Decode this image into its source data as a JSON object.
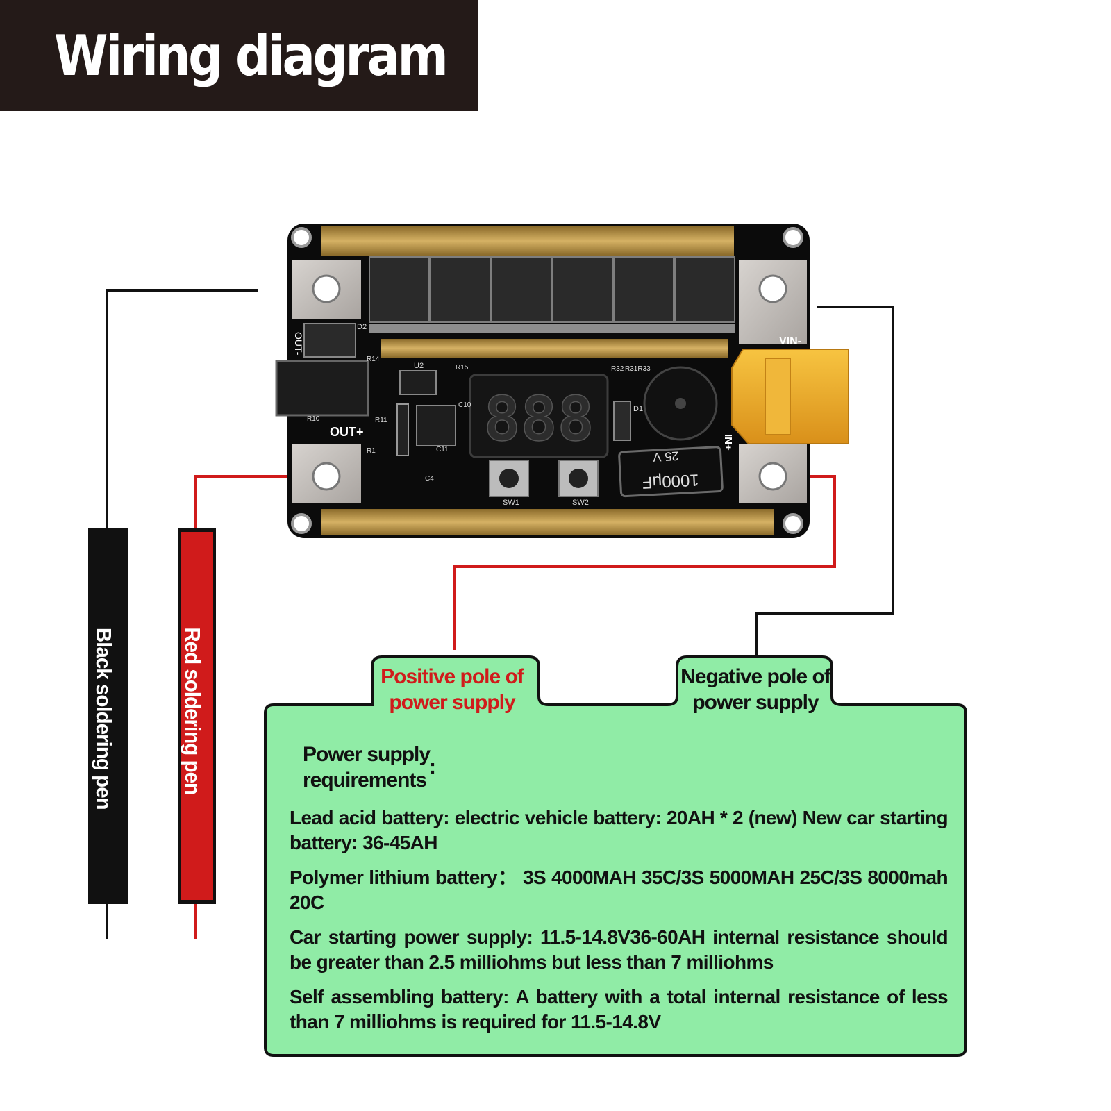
{
  "title": "Wiring diagram",
  "pens": {
    "black": "Black soldering pen",
    "red": "Red soldering pen"
  },
  "supply_tabs": {
    "positive": [
      "Positive pole of",
      "power supply"
    ],
    "negative": [
      "Negative pole of",
      "power supply"
    ]
  },
  "requirements": {
    "heading": [
      "Power supply",
      "requirements"
    ],
    "heading_colon": ":",
    "items": [
      "Lead acid battery: electric vehicle battery: 20AH * 2 (new) New car starting battery: 36-45AH",
      "Polymer lithium battery： 3S 4000MAH 35C/3S 5000MAH 25C/3S 8000mah 20C",
      "Car starting power supply: 11.5-14.8V36-60AH internal resistance should be greater than 2.5 milliohms but less than 7 milliohms",
      "Self assembling battery: A battery with a total internal resistance of less than 7 milliohms is required for 11.5-14.8V"
    ]
  },
  "board": {
    "display_digits": "888",
    "silkscreen": [
      "OUT+",
      "OUT-",
      "VIN-",
      "IN+",
      "SW1",
      "SW2",
      "U2",
      "D1",
      "D2",
      "R1",
      "R10",
      "R11",
      "R14",
      "R15",
      "R32",
      "R31R33",
      "C4",
      "C10",
      "C11"
    ],
    "capacitor_text": [
      "25 V",
      "1000μF"
    ]
  },
  "colors": {
    "banner": "#241a18",
    "info_panel": "#90eca6",
    "wire_black": "#111111",
    "wire_red": "#d01b1b",
    "pcb": "#0b0b0b",
    "copper_strip": "#c9a24a",
    "xt60": "#f3b323"
  }
}
